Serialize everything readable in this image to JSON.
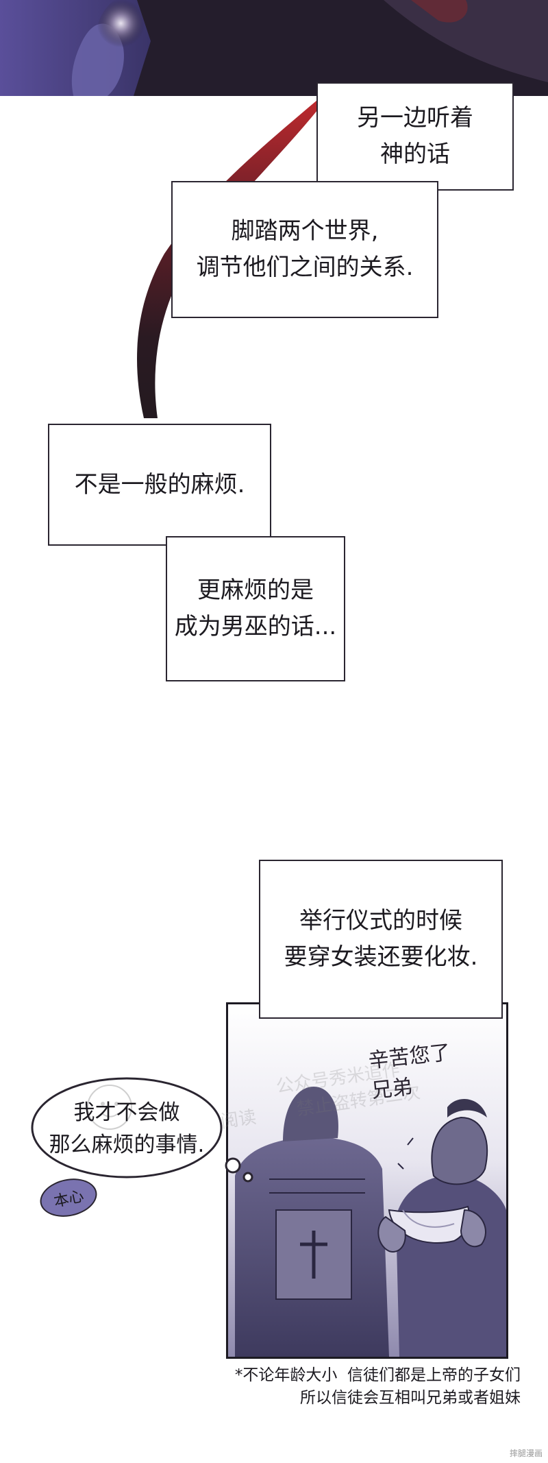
{
  "top_panel": {
    "bg_color": "#3b3346",
    "accent_red": "#b4262c"
  },
  "captions": [
    {
      "id": "cap1",
      "text": "另一边听着\n神的话"
    },
    {
      "id": "cap2",
      "text": "脚踏两个世界,\n调节他们之间的关系."
    },
    {
      "id": "cap3",
      "text": "不是一般的麻烦."
    },
    {
      "id": "cap4",
      "text": "更麻烦的是\n成为男巫的话..."
    },
    {
      "id": "cap5",
      "text": "举行仪式的时候\n要穿女装还要化妆."
    }
  ],
  "thought_bubble": {
    "text": "我才不会做\n那么麻烦的事情."
  },
  "tag_badge": {
    "text": "本心"
  },
  "panel2": {
    "handwritten_dialogue": "辛苦您了\n兄弟",
    "watermark_line1": "公众号秀米追作",
    "watermark_line2": "禁止盗转第二次",
    "watermark_line3": "免费阅读",
    "bg_color": "#6e6a8c"
  },
  "footnote": {
    "line1": "*不论年龄大小  信徒们都是上帝的子女们",
    "line2": "所以信徒会互相叫兄弟或者姐妹"
  },
  "corner_watermark": "摔腿漫画"
}
